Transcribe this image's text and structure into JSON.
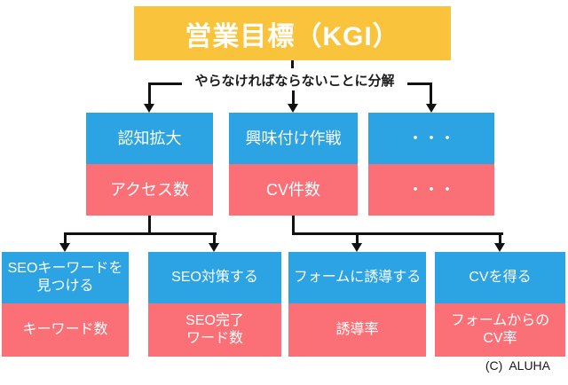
{
  "title": "営業目標（KGI）",
  "decompose_label": "やらなければならないことに分解",
  "credit": "(C)  ALUHA",
  "colors": {
    "yellow": "#FAC33C",
    "blue": "#2CA3E2",
    "pink": "#FB7077",
    "line": "#111111",
    "ink": "#1a1a1a"
  },
  "level2": [
    {
      "task": "認知拡大",
      "kpi": "アクセス数"
    },
    {
      "task": "興味付け作戦",
      "kpi": "CV件数"
    },
    {
      "task": "・・・",
      "kpi": "・・・"
    }
  ],
  "level3": [
    {
      "task": "SEOキーワードを\n見つける",
      "kpi": "キーワード数"
    },
    {
      "task": "SEO対策する",
      "kpi": "SEO完了\nワード数"
    },
    {
      "task": "フォームに誘導する",
      "kpi": "誘導率"
    },
    {
      "task": "CVを得る",
      "kpi": "フォームからの\nCV率"
    }
  ]
}
